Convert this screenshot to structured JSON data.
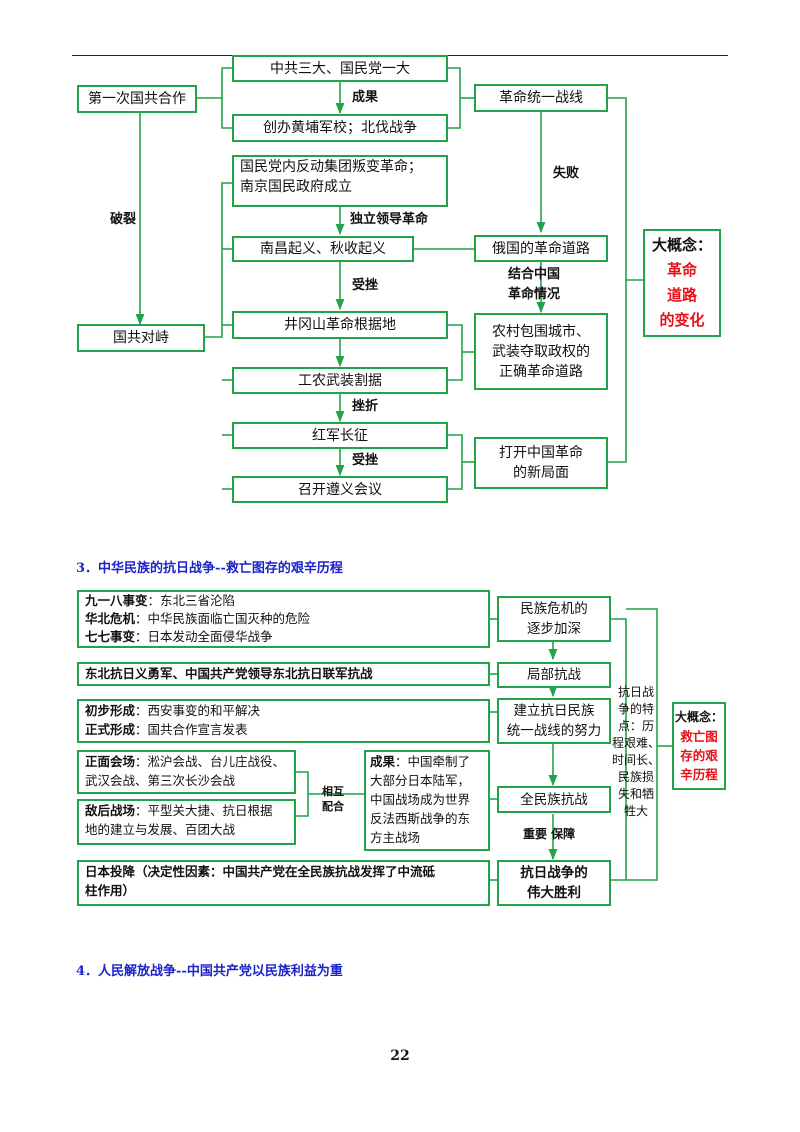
{
  "diagram1": {
    "first_coop": "第一次国共合作",
    "cpc3_kmt1": "中共三大、国民党一大",
    "results_label": "成果",
    "whampoa": "创办黄埔军校；北伐战争",
    "united_front": "革命统一战线",
    "rupture_label": "破裂",
    "failure_label": "失败",
    "betrayal_line1": "国民党内反动集团叛变革命；",
    "betrayal_line2": "南京国民政府成立",
    "independent_label": "独立领导革命",
    "nanchang": "南昌起义、秋收起义",
    "russian_path": "俄国的革命道路",
    "frustration1_label": "受挫",
    "combine_line1": "结合中国",
    "combine_line2": "革命情况",
    "confrontation": "国共对峙",
    "jinggangshan": "井冈山革命根据地",
    "rural_line1": "农村包围城市、",
    "rural_line2": "武装夺取政权的",
    "rural_line3": "正确革命道路",
    "armed_separation": "工农武装割据",
    "setback_label": "挫折",
    "long_march": "红军长征",
    "frustration2_label": "受挫",
    "zunyi": "召开遵义会议",
    "new_situation_line1": "打开中国革命",
    "new_situation_line2": "的新局面",
    "concept_title": "大概念：",
    "concept_line1": "革命",
    "concept_line2": "道路",
    "concept_line3": "的变化"
  },
  "section3": {
    "heading": "3．中华民族的抗日战争--救亡图存的艰辛历程",
    "event1_bold": "九一八事变",
    "event1_text": "：东北三省沦陷",
    "event2_bold": "华北危机",
    "event2_text": "：中华民族面临亡国灭种的危险",
    "event3_bold": "七七事变",
    "event3_text": "：日本发动全面侵华战争",
    "crisis_line1": "民族危机的",
    "crisis_line2": "逐步加深",
    "northeast": "东北抗日义勇军、中国共产党领导东北抗日联军抗战",
    "local_war": "局部抗战",
    "initial_bold": "初步形成",
    "initial_text": "：西安事变的和平解决",
    "formal_bold": "正式形成",
    "formal_text": "：国共合作宣言发表",
    "front_line1": "建立抗日民族",
    "front_line2": "统一战线的努力",
    "frontal_bold": "正面会场",
    "frontal_text1": "：淞沪会战、台儿庄战役、",
    "frontal_text2": "武汉会战、第三次长沙会战",
    "enemy_bold": "敌后战场",
    "enemy_text1": "：平型关大捷、抗日根据",
    "enemy_text2": "地的建立与发展、百团大战",
    "mutual_line1": "相互",
    "mutual_line2": "配合",
    "result_bold": "成果",
    "result_text1": "：中国牵制了",
    "result_text2": "大部分日本陆军，",
    "result_text3": "中国战场成为世界",
    "result_text4": "反法西斯战争的东",
    "result_text5": "方主战场",
    "full_war": "全民族抗战",
    "guarantee_label": "重要 保障",
    "surrender_bold": "日本投降（决定性因素：中国共产党在全民族抗战发挥了中流砥",
    "surrender_bold2": "柱作用）",
    "victory_line1": "抗日战争的",
    "victory_line2": "伟大胜利",
    "features_1": "抗日战",
    "features_2": "争的特",
    "features_3": "点：历",
    "features_4": "程艰难、",
    "features_5": "时间长、",
    "features_6": "民族损",
    "features_7": "失和牺",
    "features_8": "牲大",
    "concept_title": "大概念：",
    "concept_line1": "救亡图",
    "concept_line2": "存的艰",
    "concept_line3": "辛历程"
  },
  "section4": {
    "heading": "4．人民解放战争--中国共产党以民族利益为重"
  },
  "page_number": "22"
}
